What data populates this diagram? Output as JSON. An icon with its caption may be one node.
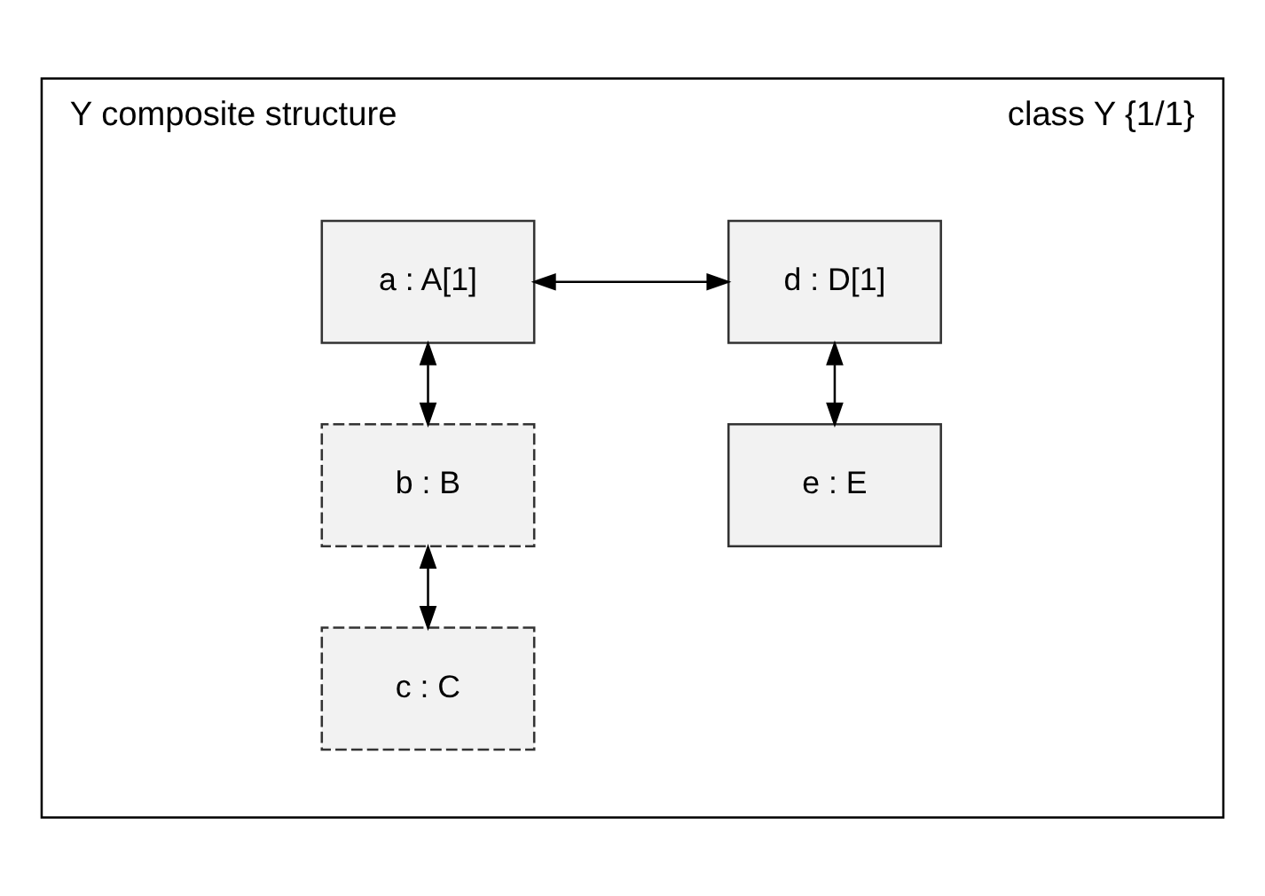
{
  "diagram": {
    "nodes": [
      {
        "text": [
          "Y composite structure",
          "class Y {1/1}"
        ]
      },
      {
        "text": [
          "a : A[1]"
        ],
        "in": 0
      },
      {
        "text": [
          "d : D[1]"
        ],
        "in": 0
      },
      {
        "text": [
          "b : B"
        ],
        "in": 0
      },
      {
        "text": [
          "e : E"
        ],
        "in": 0
      },
      {
        "text": [
          "c : C"
        ],
        "in": 0
      }
    ],
    "edges": [
      {
        "from": 1,
        "to": 2,
        "arrow": "both"
      },
      {
        "from": 1,
        "to": 3,
        "arrow": "both"
      },
      {
        "from": 2,
        "to": 4,
        "arrow": "both"
      },
      {
        "from": 3,
        "to": 5,
        "arrow": "both"
      }
    ]
  }
}
